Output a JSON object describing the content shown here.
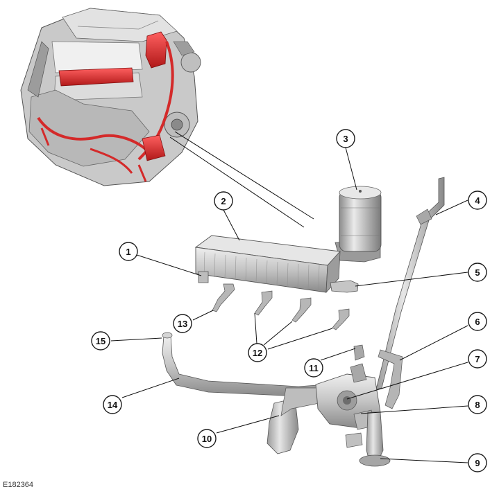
{
  "figure_ref": "E182364",
  "colors": {
    "highlight": "#d42a2a",
    "metal_light": "#d9d9d9",
    "metal_mid": "#a8a8a8",
    "metal_dark": "#6d6d6d",
    "outline": "#4a4a4a"
  },
  "callouts": [
    {
      "id": "callout-1",
      "label": "1"
    },
    {
      "id": "callout-2",
      "label": "2"
    },
    {
      "id": "callout-3",
      "label": "3"
    },
    {
      "id": "callout-4",
      "label": "4"
    },
    {
      "id": "callout-5",
      "label": "5"
    },
    {
      "id": "callout-6",
      "label": "6"
    },
    {
      "id": "callout-7",
      "label": "7"
    },
    {
      "id": "callout-8",
      "label": "8"
    },
    {
      "id": "callout-9",
      "label": "9"
    },
    {
      "id": "callout-10",
      "label": "10"
    },
    {
      "id": "callout-11",
      "label": "11"
    },
    {
      "id": "callout-12",
      "label": "12"
    },
    {
      "id": "callout-13",
      "label": "13"
    },
    {
      "id": "callout-14",
      "label": "14"
    },
    {
      "id": "callout-15",
      "label": "15"
    }
  ]
}
